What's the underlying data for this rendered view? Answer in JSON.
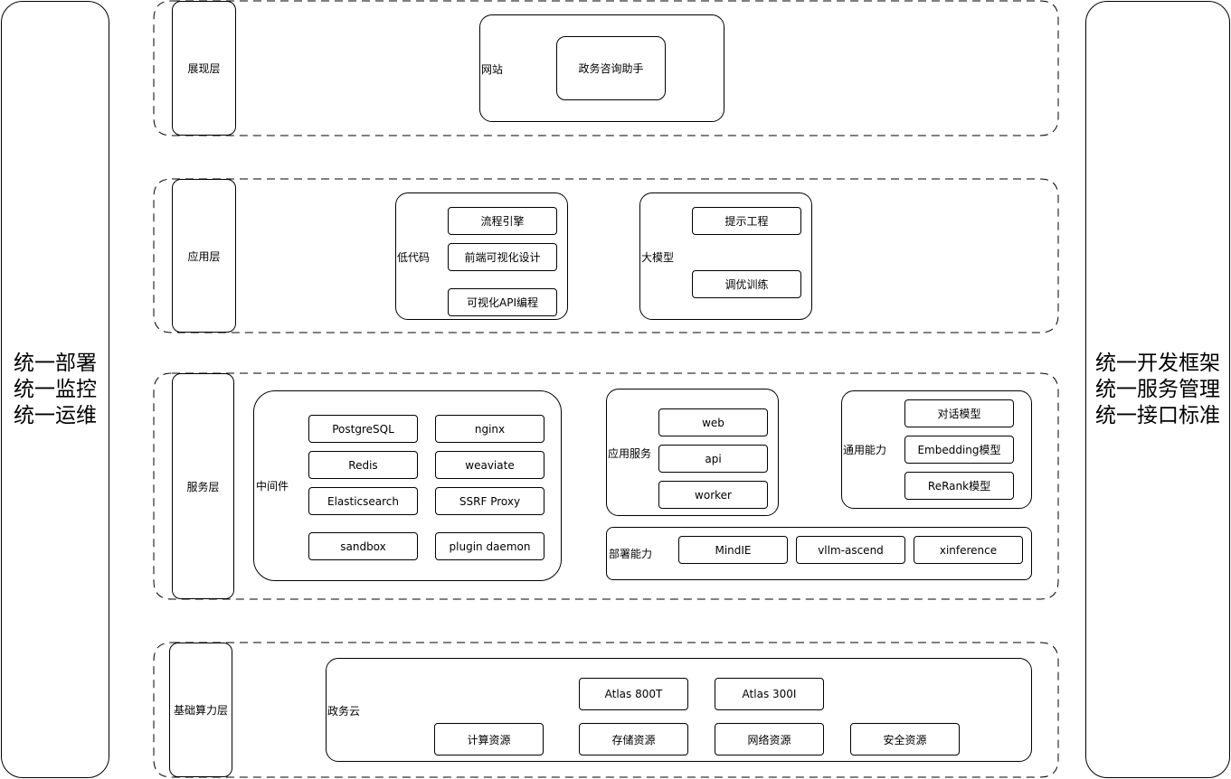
{
  "left_panel": {
    "lines": [
      "统一部署",
      "统一监控",
      "统一运维"
    ]
  },
  "right_panel": {
    "lines": [
      "统一开发框架",
      "统一服务管理",
      "统一接口标准"
    ]
  },
  "presentation_layer": {
    "label": "展现层",
    "website": {
      "label": "网站",
      "items": [
        "政务咨询助手"
      ]
    }
  },
  "application_layer": {
    "label": "应用层",
    "lowcode": {
      "label": "低代码",
      "items": [
        "流程引擎",
        "前端可视化设计",
        "可视化API编程"
      ]
    },
    "llm": {
      "label": "大模型",
      "items": [
        "提示工程",
        "调优训练"
      ]
    }
  },
  "service_layer": {
    "label": "服务层",
    "middleware": {
      "label": "中间件",
      "items": [
        "PostgreSQL",
        "nginx",
        "Redis",
        "weaviate",
        "Elasticsearch",
        "SSRF Proxy",
        "sandbox",
        "plugin daemon"
      ]
    },
    "app_service": {
      "label": "应用服务",
      "items": [
        "web",
        "api",
        "worker"
      ]
    },
    "general_capability": {
      "label": "通用能力",
      "items": [
        "对话模型",
        "Embedding模型",
        "ReRank模型"
      ]
    },
    "deploy_capability": {
      "label": "部署能力",
      "items": [
        "MindIE",
        "vllm-ascend",
        "xinference"
      ]
    }
  },
  "compute_layer": {
    "label": "基础算力层",
    "gov_cloud": {
      "label": "政务云",
      "top_items": [
        "Atlas 800T",
        "Atlas 300I"
      ],
      "bottom_items": [
        "计算资源",
        "存储资源",
        "网络资源",
        "安全资源"
      ]
    }
  }
}
